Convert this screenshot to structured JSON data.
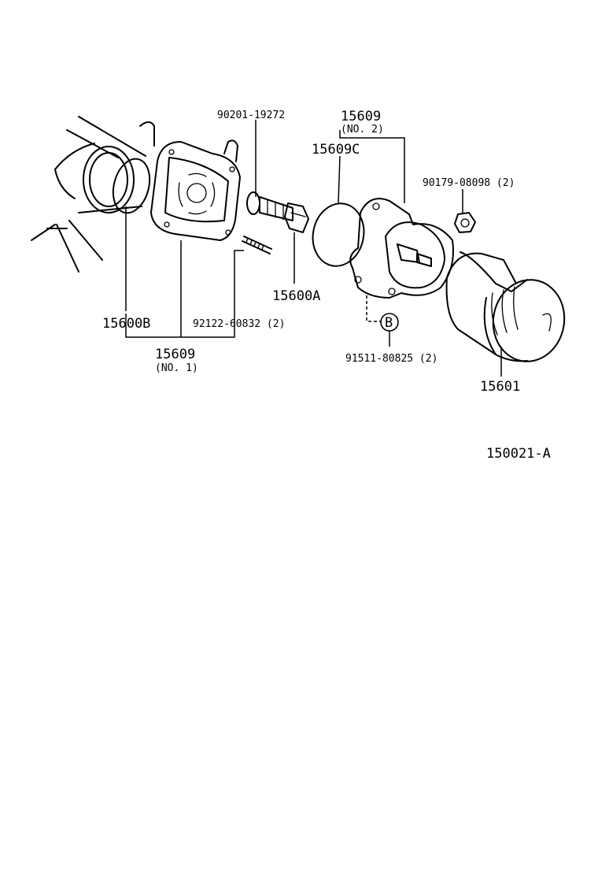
{
  "labels": {
    "bolt_9020119272": "90201-19272",
    "cover_no2_num": "15609",
    "cover_no2_sub": "(NO. 2)",
    "oring_15609C": "15609C",
    "gasket_9017908098": "90179-08098 (2)",
    "union_15600A": "15600A",
    "oring_15600B": "15600B",
    "stud_9212260832": "92122-60832 (2)",
    "cover_no1_num": "15609",
    "cover_no1_sub": "(NO. 1)",
    "ref_b": "B",
    "bolt_9151180825": "91511-80825 (2)",
    "filter_15601": "15601",
    "figure_code": "150021-A"
  }
}
